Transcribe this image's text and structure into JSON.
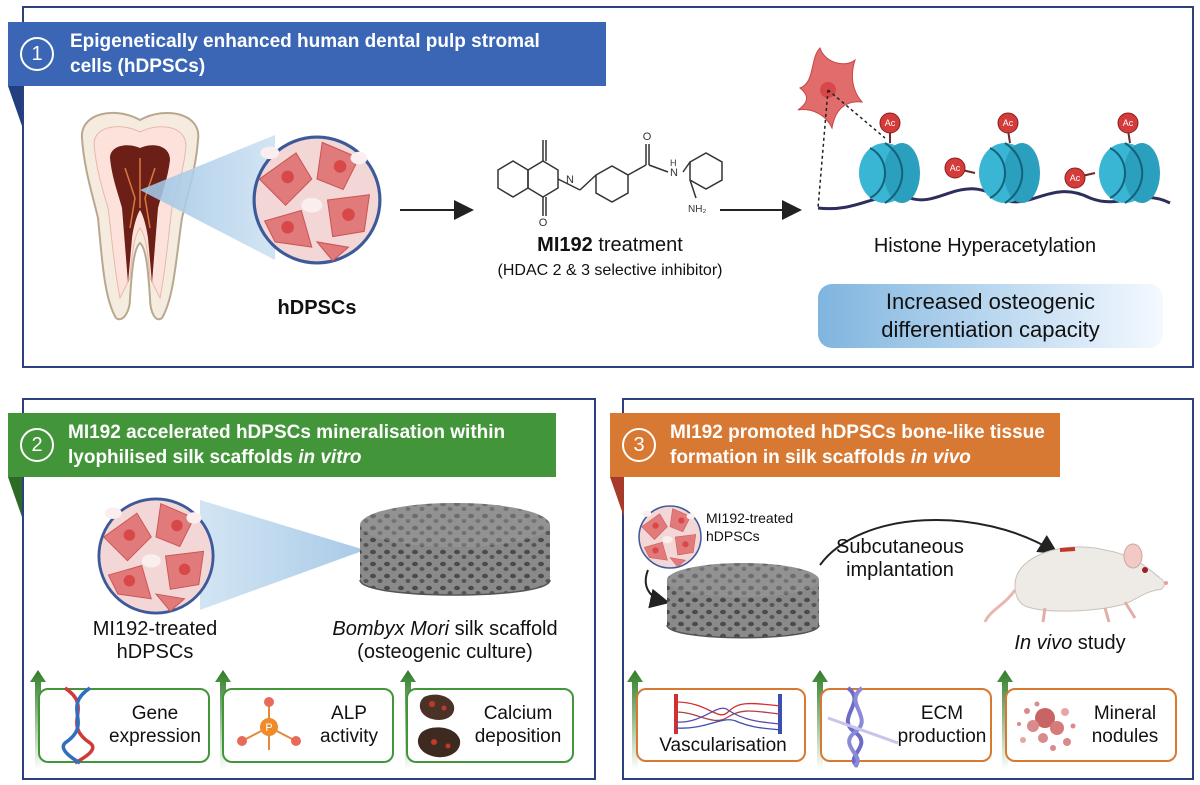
{
  "colors": {
    "blue": "#3a66b5",
    "green": "#43953a",
    "orange": "#d87933",
    "panel_border": "#2e3f80",
    "cell_pink": "#e17a7a",
    "nucleus": "#d94848",
    "histone": "#39b6d3",
    "ac": "#d43c3c",
    "scaffold": "#7c7c7c",
    "green_arrow": "#2f7d26"
  },
  "panel1": {
    "number": "1",
    "title_line1": "Epigenetically enhanced human dental pulp stromal",
    "title_line2": "cells (hDPSCs)",
    "cells_label": "hDPSCs",
    "drug_name": "MI192",
    "drug_suffix": " treatment",
    "drug_sub": "(HDAC 2 & 3 selective inhibitor)",
    "amine_label": "NH₂",
    "ac_label": "Ac",
    "histone_label": "Histone Hyperacetylation",
    "capacity_line1": "Increased osteogenic",
    "capacity_line2": "differentiation capacity"
  },
  "panel2": {
    "number": "2",
    "title_line1": "MI192 accelerated hDPSCs mineralisation within",
    "title_line2_plain": "lyophilised silk scaffolds ",
    "title_line2_italic": "in vitro",
    "cells_line1": "MI192-treated",
    "cells_line2": "hDPSCs",
    "scaffold_italic": "Bombyx Mori",
    "scaffold_plain": " silk scaffold",
    "scaffold_line2": "(osteogenic culture)",
    "boxes": [
      {
        "line1": "Gene",
        "line2": "expression",
        "icon": "dna-icon"
      },
      {
        "line1": "ALP",
        "line2": "activity",
        "icon": "phosphate-icon"
      },
      {
        "line1": "Calcium",
        "line2": "deposition",
        "icon": "calcium-deposit-icon"
      }
    ]
  },
  "panel3": {
    "number": "3",
    "title_line1": "MI192 promoted hDPSCs bone-like tissue",
    "title_line2_plain": "formation in silk scaffolds ",
    "title_line2_italic": "in vivo",
    "cells_line1": "MI192-treated",
    "cells_line2": "hDPSCs",
    "implant_line1": "Subcutaneous",
    "implant_line2": "implantation",
    "study_italic": "In vivo",
    "study_plain": " study",
    "boxes": [
      {
        "line1": "Vascularisation",
        "line2": "",
        "icon": "blood-vessel-icon"
      },
      {
        "line1": "ECM",
        "line2": "production",
        "icon": "collagen-icon"
      },
      {
        "line1": "Mineral",
        "line2": "nodules",
        "icon": "mineral-nodules-icon"
      }
    ]
  }
}
